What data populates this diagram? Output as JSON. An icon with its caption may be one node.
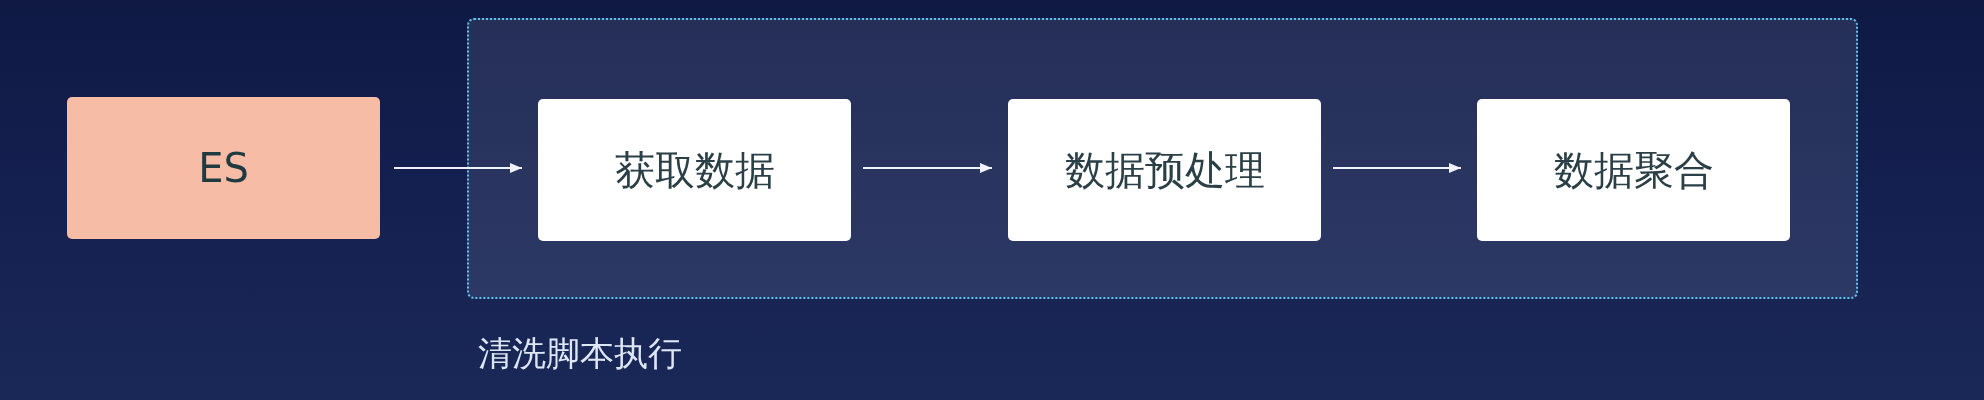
{
  "diagram": {
    "nodes": [
      {
        "text": [
          "ES"
        ]
      },
      {
        "text": [
          "清洗脚本执行"
        ]
      },
      {
        "text": [
          "获取数据"
        ],
        "in": 1
      },
      {
        "text": [
          "数据预处理"
        ],
        "in": 1
      },
      {
        "text": [
          "数据聚合"
        ],
        "in": 1
      }
    ],
    "edges": [
      {
        "from": 0,
        "to": 2,
        "arrow": "to"
      },
      {
        "from": 2,
        "to": 3,
        "arrow": "to"
      },
      {
        "from": 3,
        "to": 4,
        "arrow": "to"
      }
    ]
  }
}
